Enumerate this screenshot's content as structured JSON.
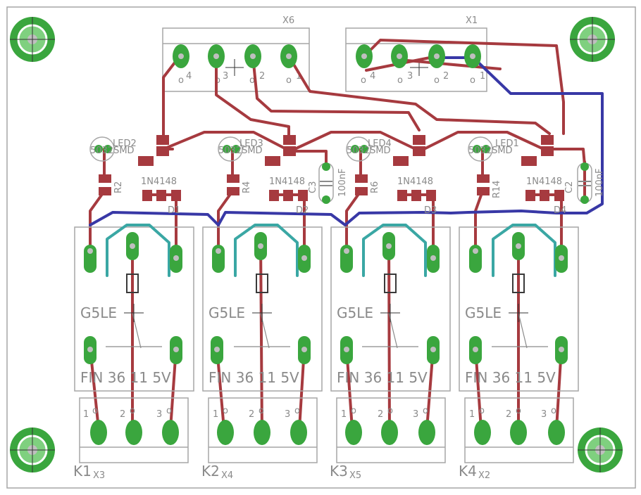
{
  "board": {
    "connectors": [
      {
        "name": "X6",
        "pins": [
          "4",
          "3",
          "2",
          "1"
        ]
      },
      {
        "name": "X1",
        "pins": [
          "4",
          "3",
          "2",
          "1"
        ]
      }
    ],
    "leds": [
      "LED2",
      "LED3",
      "LED4",
      "LED1"
    ],
    "led_package": "5032SMD",
    "diodes": [
      {
        "ref": "D1",
        "part": "1N4148"
      },
      {
        "ref": "D2",
        "part": "1N4148"
      },
      {
        "ref": "D3",
        "part": "1N4148"
      },
      {
        "ref": "D4",
        "part": "1N4148"
      }
    ],
    "resistors": [
      "R2",
      "R4",
      "R6",
      "R14"
    ],
    "capacitors": [
      {
        "ref": "C3",
        "value": "100nF"
      },
      {
        "ref": "C2",
        "value": "100nF"
      }
    ],
    "relays": [
      {
        "label": "G5LE",
        "spec": "FIN 36 11 5V",
        "ref": "K1",
        "terminal": "X3"
      },
      {
        "label": "G5LE",
        "spec": "FIN 36 11 5V",
        "ref": "K2",
        "terminal": "X4"
      },
      {
        "label": "G5LE",
        "spec": "FIN 36 11 5V",
        "ref": "K3",
        "terminal": "X5"
      },
      {
        "label": "G5LE",
        "spec": "FIN 36 11 5V",
        "ref": "K4",
        "terminal": "X2"
      }
    ],
    "terminal_pins": [
      "1",
      "2",
      "3"
    ]
  },
  "colors": {
    "top_copper": "#a63a3f",
    "bottom_copper": "#3838a6",
    "pads": "#3aa63e",
    "silk": "#a6a6a6",
    "coil_trace": "#3aa7a4"
  }
}
